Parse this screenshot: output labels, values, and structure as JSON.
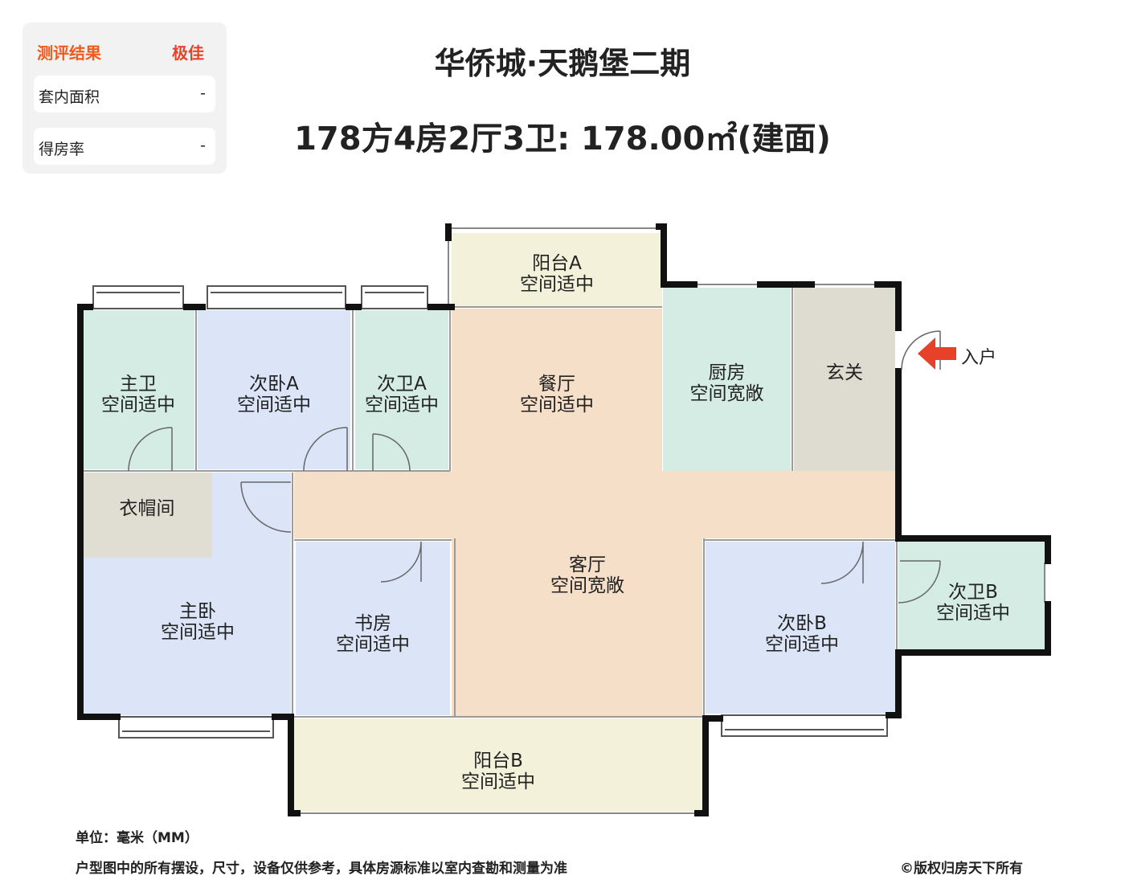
{
  "evaluation": {
    "title": "测评结果",
    "rating": "极佳",
    "rows": [
      {
        "label": "套内面积",
        "value": "-"
      },
      {
        "label": "得房率",
        "value": "-"
      }
    ]
  },
  "title": "华侨城·天鹅堡二期",
  "subtitle": "178方4房2厅3卫: 178.00㎡(建面)",
  "rooms": {
    "balcony_a": {
      "name": "阳台A",
      "desc": "空间适中"
    },
    "master_bath": {
      "name": "主卫",
      "desc": "空间适中"
    },
    "second_bedroom_a": {
      "name": "次卧A",
      "desc": "空间适中"
    },
    "second_bath_a": {
      "name": "次卫A",
      "desc": "空间适中"
    },
    "dining": {
      "name": "餐厅",
      "desc": "空间适中"
    },
    "kitchen": {
      "name": "厨房",
      "desc": "空间宽敞"
    },
    "foyer": {
      "name": "玄关"
    },
    "cloakroom": {
      "name": "衣帽间"
    },
    "living": {
      "name": "客厅",
      "desc": "空间宽敞"
    },
    "master_bedroom": {
      "name": "主卧",
      "desc": "空间适中"
    },
    "study": {
      "name": "书房",
      "desc": "空间适中"
    },
    "second_bedroom_b": {
      "name": "次卧B",
      "desc": "空间适中"
    },
    "second_bath_b": {
      "name": "次卫B",
      "desc": "空间适中"
    },
    "balcony_b": {
      "name": "阳台B",
      "desc": "空间适中"
    }
  },
  "entry_label": "入户",
  "colors": {
    "wet": "#d4ece4",
    "bedroom": "#dbe5f7",
    "public": "#f6dfc9",
    "balcony": "#f3f1d9",
    "foyer": "#dedcd0",
    "cloakroom": "#e0ddd2",
    "wall": "#111111",
    "arrow": "#e8412a"
  },
  "footer": {
    "unit": "单位：毫米（MM）",
    "disclaimer": "户型图中的所有摆设，尺寸，设备仅供参考，具体房源标准以室内查勘和测量为准",
    "copyright": "©版权归房天下所有"
  }
}
